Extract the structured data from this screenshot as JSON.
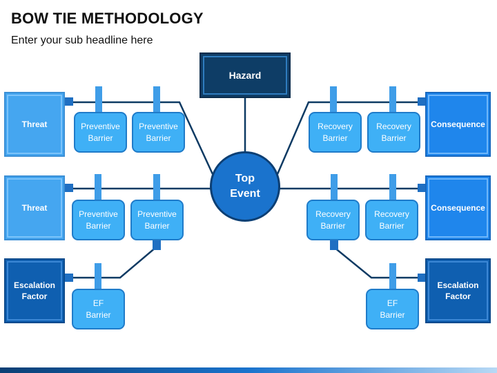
{
  "title": "BOW TIE METHODOLOGY",
  "subtitle": "Enter your sub headline here",
  "hazard": "Hazard",
  "top_event": "Top Event",
  "left": {
    "threat_1": "Threat",
    "threat_2": "Threat",
    "escalation": "Escalation Factor",
    "preventive_1a": "Preventive Barrier",
    "preventive_1b": "Preventive Barrier",
    "preventive_2a": "Preventive Barrier",
    "preventive_2b": "Preventive Barrier",
    "ef_barrier": "EF Barrier"
  },
  "right": {
    "consequence_1": "Consequence",
    "consequence_2": "Consequence",
    "escalation": "Escalation Factor",
    "recovery_1a": "Recovery Barrier",
    "recovery_1b": "Recovery Barrier",
    "recovery_2a": "Recovery Barrier",
    "recovery_2b": "Recovery Barrier",
    "ef_barrier": "EF Barrier"
  },
  "colors": {
    "line": "#0d3a63",
    "barrier": "#3fb0f6",
    "hazard": "#0e3d66",
    "top_event": "#1a73cd"
  }
}
